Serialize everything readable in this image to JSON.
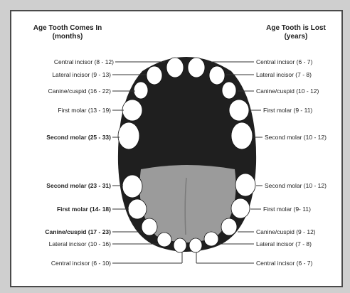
{
  "headers": {
    "left_line1": "Age Tooth Comes In",
    "left_line2": "(months)",
    "right_line1": "Age Tooth is Lost",
    "right_line2": "(years)"
  },
  "left_labels": [
    "Central incisor (8 - 12)",
    "Lateral incisor (9 - 13)",
    "Canine/cuspid (16 - 22)",
    "First molar (13 - 19)",
    "Second molar (25 - 33)",
    "Second molar (23 - 31)",
    "First molar (14- 18)",
    "Canine/cuspid (17 - 23)",
    "Lateral incisor (10 - 16)",
    "Central incisor (6 - 10)"
  ],
  "right_labels": [
    "Central incisor (6 - 7)",
    "Lateral incisor (7 - 8)",
    "Canine/cuspid (10 - 12)",
    "First molar (9 - 11)",
    "Second molar (10 - 12)",
    "Second molar (10 - 12)",
    "First molar (9- 11)",
    "Canine/cuspid (9 - 12)",
    "Lateral incisor (7 - 8)",
    "Central incisor (6 - 7)"
  ],
  "colors": {
    "mouth": "#1f1f1f",
    "tongue": "#9b9b9b",
    "tooth": "#ffffff",
    "line": "#333333"
  }
}
